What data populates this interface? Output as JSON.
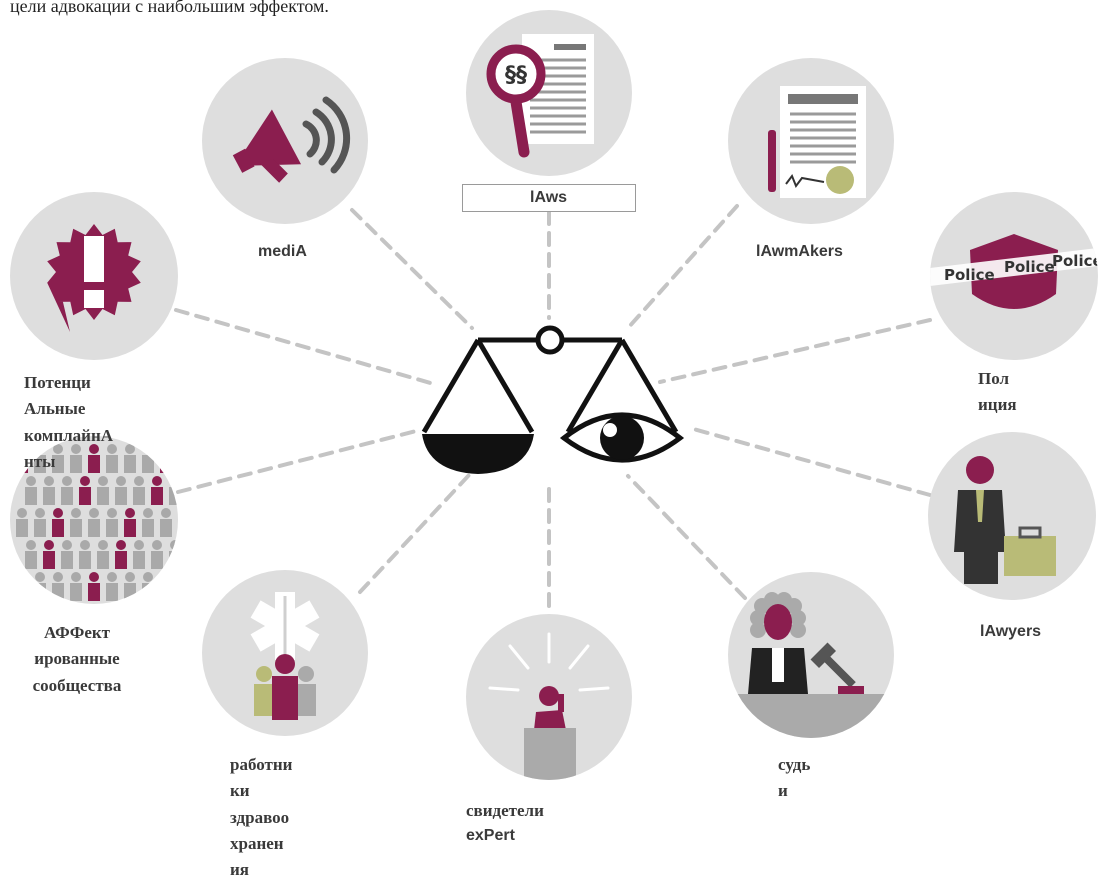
{
  "header_text": "цели адвокации с наибольшим эффектом.",
  "colors": {
    "accent": "#8b1e4f",
    "circle": "#dedede",
    "dash": "#c4c4c4",
    "olive": "#b9bb77"
  },
  "center": {
    "name": "scales-of-justice",
    "icon": "balance-scale-eye-icon"
  },
  "nodes": [
    {
      "id": "laws",
      "label": "lAws",
      "icon": "magnifier-document-icon"
    },
    {
      "id": "lawmakers",
      "label": "lAwmAkers",
      "icon": "signed-document-icon"
    },
    {
      "id": "police",
      "label": "Пол\nиция",
      "icon": "police-badge-icon",
      "badge_text": "Police"
    },
    {
      "id": "lawyers",
      "label": "lAwyers",
      "icon": "lawyer-briefcase-icon"
    },
    {
      "id": "judges",
      "label": "судь\nи",
      "icon": "judge-gavel-icon"
    },
    {
      "id": "witnesses",
      "label": "свидетели\nexPert",
      "label_lines": [
        "свидетели",
        "exPert"
      ],
      "icon": "witness-podium-icon"
    },
    {
      "id": "health",
      "label": "работни\n ки\n здравоо\n хранен\n ия",
      "icon": "medical-staff-icon"
    },
    {
      "id": "communities",
      "label": "АФФект\nированные\nсообщества",
      "icon": "crowd-people-icon"
    },
    {
      "id": "complainants",
      "label": "Потенци\nАльные\nкомплайнА\nнты",
      "icon": "alert-burst-icon"
    },
    {
      "id": "media",
      "label": "mediA",
      "icon": "megaphone-icon"
    }
  ]
}
